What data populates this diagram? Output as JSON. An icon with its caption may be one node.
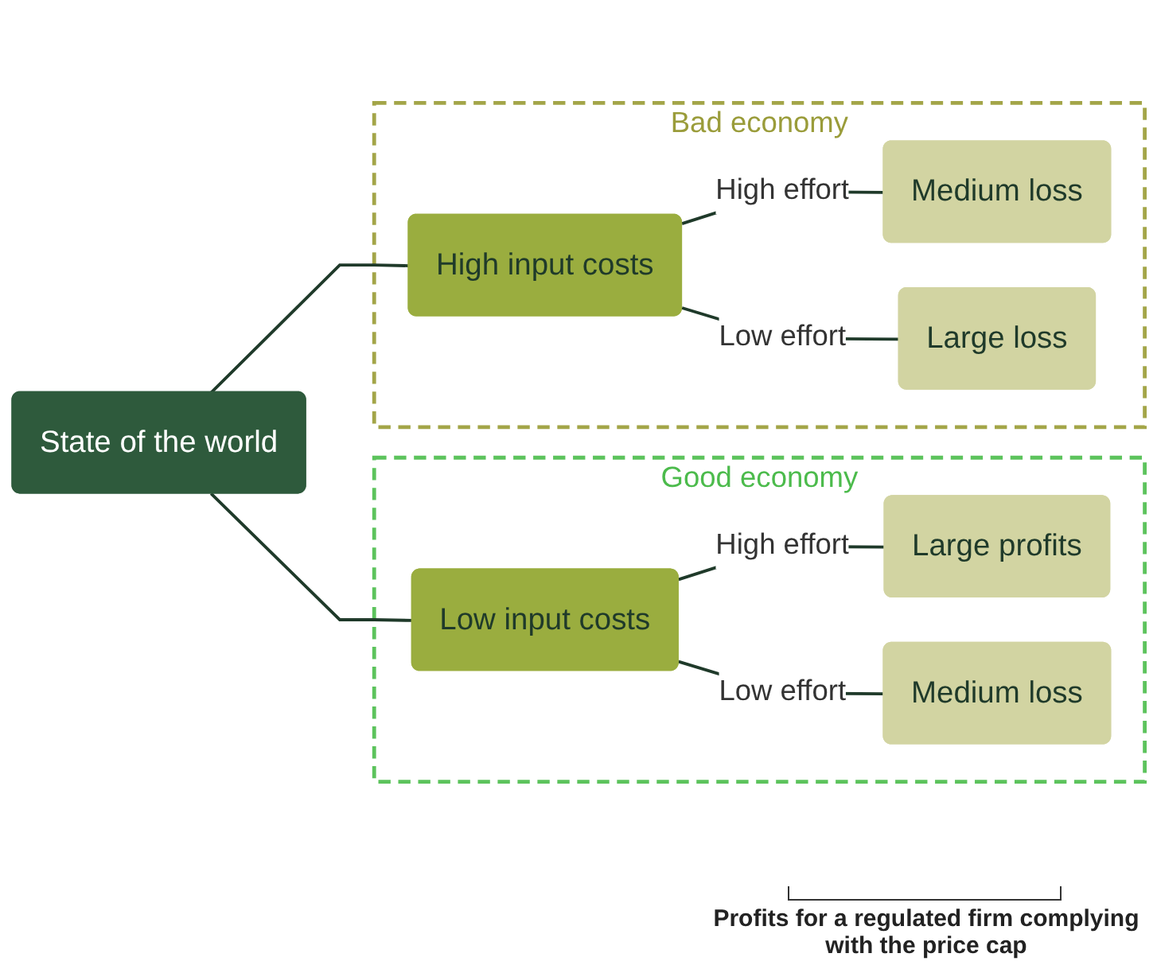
{
  "diagram": {
    "nodes": [
      {
        "text": [
          "State of the world"
        ]
      },
      {
        "text": [
          "Good economy"
        ]
      },
      {
        "text": [
          "Low input costs"
        ],
        "in": 1
      },
      {
        "text": [
          "Large profits"
        ],
        "in": 1
      },
      {
        "text": [
          "Medium loss"
        ],
        "in": 1
      },
      {
        "text": [
          "Bad economy"
        ]
      },
      {
        "text": [
          "High input costs"
        ],
        "in": 5
      },
      {
        "text": [
          "Medium loss"
        ],
        "in": 5
      },
      {
        "text": [
          "Large loss"
        ],
        "in": 5
      }
    ],
    "edges": [
      {
        "from": 0,
        "to": 2,
        "arrow": "none"
      },
      {
        "from": 0,
        "to": 6,
        "arrow": "none"
      },
      {
        "from": 2,
        "to": 3,
        "arrow": "none",
        "label": "High effort"
      },
      {
        "from": 2,
        "to": 4,
        "arrow": "none",
        "label": "Low effort"
      },
      {
        "from": 6,
        "to": 7,
        "arrow": "none",
        "label": "High effort"
      },
      {
        "from": 6,
        "to": 8,
        "arrow": "none",
        "label": "Low effort"
      }
    ],
    "labels": [
      "Profits for a regulated firm complying with the price cap"
    ]
  }
}
